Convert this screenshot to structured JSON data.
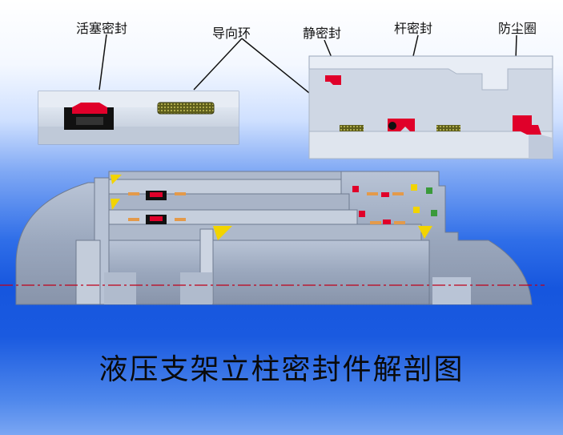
{
  "labels": {
    "piston_seal": "活塞密封",
    "guide_ring": "导向环",
    "static_seal": "静密封",
    "rod_seal": "杆密封",
    "dust_ring": "防尘圈"
  },
  "title": "液压支架立柱密封件解剖图",
  "colors": {
    "seal_red": "#e0002a",
    "guide_ring_olive": "#7a7a2a",
    "metal_gray": "#98a4b8",
    "metal_light": "#c8d2e0",
    "wedge_yellow": "#f2d400",
    "centerline": "#c0001a"
  }
}
